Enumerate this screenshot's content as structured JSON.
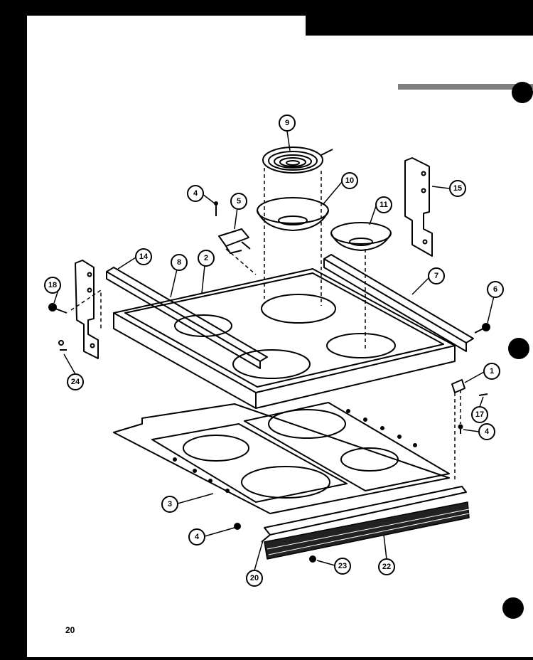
{
  "page": {
    "number": "20"
  },
  "colors": {
    "ink": "#000000",
    "paper": "#ffffff"
  },
  "callouts": [
    {
      "id": "c9",
      "label": "9"
    },
    {
      "id": "c10",
      "label": "10"
    },
    {
      "id": "c11",
      "label": "11"
    },
    {
      "id": "c4a",
      "label": "4"
    },
    {
      "id": "c5",
      "label": "5"
    },
    {
      "id": "c15",
      "label": "15"
    },
    {
      "id": "c14",
      "label": "14"
    },
    {
      "id": "c8",
      "label": "8"
    },
    {
      "id": "c2",
      "label": "2"
    },
    {
      "id": "c7",
      "label": "7"
    },
    {
      "id": "c18",
      "label": "18"
    },
    {
      "id": "c6",
      "label": "6"
    },
    {
      "id": "c24",
      "label": "24"
    },
    {
      "id": "c1",
      "label": "1"
    },
    {
      "id": "c17",
      "label": "17"
    },
    {
      "id": "c4b",
      "label": "4"
    },
    {
      "id": "c3",
      "label": "3"
    },
    {
      "id": "c4c",
      "label": "4"
    },
    {
      "id": "c20",
      "label": "20"
    },
    {
      "id": "c23",
      "label": "23"
    },
    {
      "id": "c22",
      "label": "22"
    }
  ]
}
